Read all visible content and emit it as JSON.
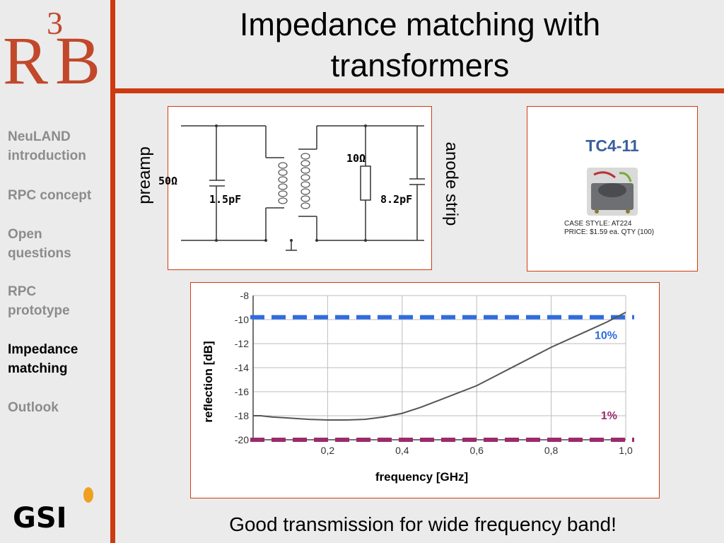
{
  "slide": {
    "title_line1": "Impedance matching with",
    "title_line2": "transformers",
    "footer": "Good transmission for wide frequency band!"
  },
  "logo": {
    "r3b_text": "R3B",
    "gsi_text": "GSI"
  },
  "nav": {
    "items": [
      {
        "line1": "NeuLAND",
        "line2": "introduction",
        "active": false
      },
      {
        "line1": "RPC concept",
        "line2": "",
        "active": false
      },
      {
        "line1": "Open",
        "line2": "questions",
        "active": false
      },
      {
        "line1": "RPC",
        "line2": "prototype",
        "active": false
      },
      {
        "line1": "Impedance",
        "line2": "matching",
        "active": true
      },
      {
        "line1": "Outlook",
        "line2": "",
        "active": false
      }
    ]
  },
  "circuit": {
    "left_label": "preamp",
    "right_label": "anode strip",
    "impedance_source": "50Ω",
    "cap_left": "1.5pF",
    "resistor": "10Ω",
    "cap_right": "8.2pF"
  },
  "product": {
    "name": "TC4-11",
    "case_style": "CASE STYLE:  AT224",
    "price": "PRICE: $1.59 ea. QTY (100)"
  },
  "chart_data": {
    "type": "line",
    "xlabel": "frequency [GHz]",
    "ylabel": "reflection [dB]",
    "xlim": [
      0,
      1.0
    ],
    "ylim": [
      -20,
      -8
    ],
    "x_ticks": [
      "0,2",
      "0,4",
      "0,6",
      "0,8",
      "1,0"
    ],
    "y_ticks": [
      "-8",
      "-10",
      "-12",
      "-14",
      "-16",
      "-18",
      "-20"
    ],
    "grid": true,
    "series": [
      {
        "x": [
          0.0,
          0.02,
          0.05,
          0.1,
          0.15,
          0.2,
          0.25,
          0.3,
          0.35,
          0.4,
          0.45,
          0.5,
          0.55,
          0.6,
          0.65,
          0.7,
          0.75,
          0.8,
          0.85,
          0.9,
          0.95,
          1.0
        ],
        "y": [
          -18.0,
          -18.0,
          -18.1,
          -18.2,
          -18.3,
          -18.35,
          -18.35,
          -18.3,
          -18.1,
          -17.8,
          -17.3,
          -16.7,
          -16.1,
          -15.5,
          -14.7,
          -13.9,
          -13.1,
          -12.3,
          -11.6,
          -10.9,
          -10.2,
          -9.4
        ],
        "color": "#555555"
      }
    ],
    "reference_lines": [
      {
        "label": "10%",
        "y": -9.8,
        "color": "#2e6de0"
      },
      {
        "label": "1%",
        "y": -20.0,
        "color": "#9c2b6b"
      }
    ]
  }
}
